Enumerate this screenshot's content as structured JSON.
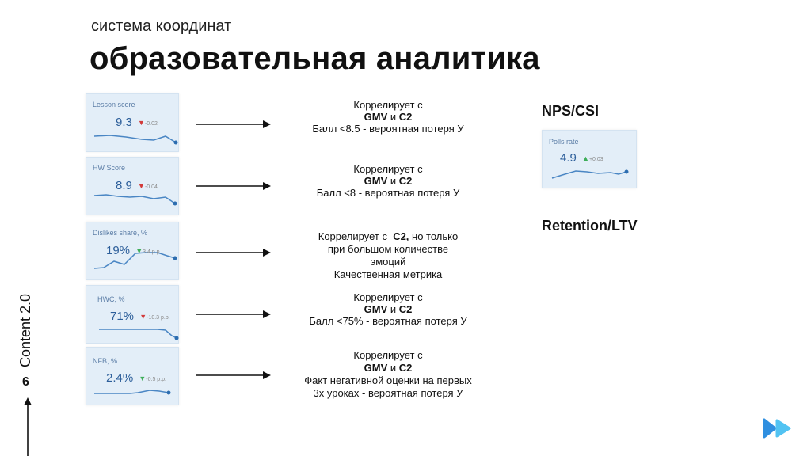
{
  "header": {
    "subtitle": "система координат",
    "title": "образовательная аналитика"
  },
  "side": {
    "label": "Content 2.0",
    "page_number": "6"
  },
  "metrics": [
    {
      "label": "Lesson score",
      "value": "9.3",
      "delta": "-0.02",
      "direction": "down"
    },
    {
      "label": "HW Score",
      "value": "8.9",
      "delta": "-0.04",
      "direction": "down"
    },
    {
      "label": "Dislikes share, %",
      "value": "19%",
      "delta": "3.4 p.p.",
      "direction": "down"
    },
    {
      "label": "HWC, %",
      "value": "71%",
      "delta": "-10.3 p.p.",
      "direction": "down"
    },
    {
      "label": "NFB, %",
      "value": "2.4%",
      "delta": "-0.5 p.p.",
      "direction": "down"
    }
  ],
  "descriptions": [
    {
      "l1": "Коррелирует с",
      "l2a": "GMV",
      "l2b": " и ",
      "l2c": "C2",
      "l3": "Балл <8.5 - вероятная потеря У"
    },
    {
      "l1": "Коррелирует с",
      "l2a": "GMV",
      "l2b": " и ",
      "l2c": "C2",
      "l3": "Балл <8 - вероятная потеря У"
    },
    {
      "l1a": "Коррелирует с  ",
      "l1b": "C2,",
      "l1c": " но только",
      "l2": "при большом количестве",
      "l3": "эмоций",
      "l4": "Качественная метрика"
    },
    {
      "l1": "Коррелирует с",
      "l2a": "GMV",
      "l2b": " и ",
      "l2c": "C2",
      "l3": "Балл <75% - вероятная потеря У"
    },
    {
      "l1": "Коррелирует с",
      "l2a": "GMV",
      "l2b": " и ",
      "l2c": "C2",
      "l3": "Факт негативной оценки на первых",
      "l4": "3х уроках - вероятная потеря У"
    }
  ],
  "right": {
    "nps_title": "NPS/CSI",
    "polls": {
      "label": "Polls rate",
      "value": "4.9",
      "delta": "+0.03",
      "direction": "up"
    },
    "retention_title": "Retention/LTV"
  },
  "colors": {
    "card_bg": "#e3eef8",
    "value": "#2c5e9a",
    "down": "#d23b3b",
    "up": "#3fae5a",
    "logo": "#2f8fe0"
  },
  "icons": [
    "arrow-right-icon",
    "arrow-up-icon",
    "logo-icon"
  ]
}
